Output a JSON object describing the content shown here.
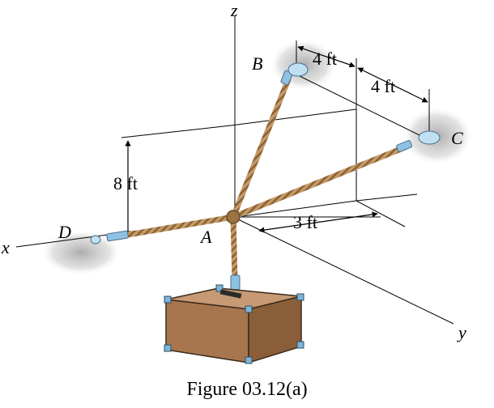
{
  "figure": {
    "caption": "Figure 03.12(a)",
    "axes": {
      "x": "x",
      "y": "y",
      "z": "z"
    },
    "points": {
      "A": "A",
      "B": "B",
      "C": "C",
      "D": "D"
    },
    "dimensions": {
      "bx": "4 ft",
      "bc": "4 ft",
      "height": "8 ft",
      "ay": "3 ft"
    },
    "colors": {
      "rope": "#b08a5a",
      "rope_dark": "#7a5a34",
      "crate": "#a8764e",
      "crate_top": "#c79a74",
      "fitting": "#8fc1e3",
      "wall_shadow": "#bdbdbd"
    }
  }
}
